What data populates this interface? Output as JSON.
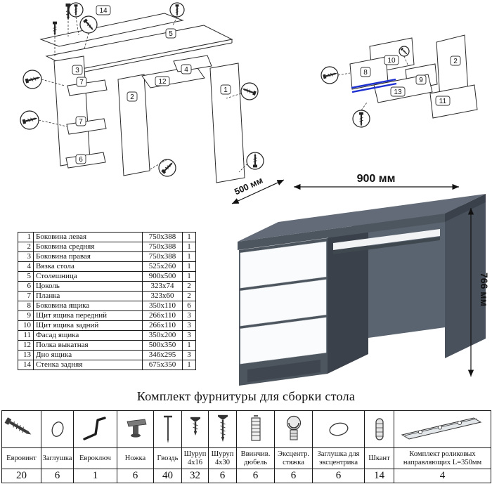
{
  "desk_dimensions": {
    "width": "900 мм",
    "depth": "500 мм",
    "height": "766 мм"
  },
  "parts_table": {
    "rows": [
      {
        "num": "1",
        "name": "Боковина левая",
        "size": "750x388",
        "qty": "1"
      },
      {
        "num": "2",
        "name": "Боковина средняя",
        "size": "750x388",
        "qty": "1"
      },
      {
        "num": "3",
        "name": "Боковина правая",
        "size": "750x388",
        "qty": "1"
      },
      {
        "num": "4",
        "name": "Вязка стола",
        "size": "525x260",
        "qty": "1"
      },
      {
        "num": "5",
        "name": "Столешница",
        "size": "900x500",
        "qty": "1"
      },
      {
        "num": "6",
        "name": "Цоколь",
        "size": "323x74",
        "qty": "2"
      },
      {
        "num": "7",
        "name": "Планка",
        "size": "323x60",
        "qty": "2"
      },
      {
        "num": "8",
        "name": "Боковина ящика",
        "size": "350x110",
        "qty": "6"
      },
      {
        "num": "9",
        "name": "Щит ящика передний",
        "size": "266x110",
        "qty": "3"
      },
      {
        "num": "10",
        "name": "Щит ящика задний",
        "size": "266x110",
        "qty": "3"
      },
      {
        "num": "11",
        "name": "Фасад ящика",
        "size": "350x200",
        "qty": "3"
      },
      {
        "num": "12",
        "name": "Полка выкатная",
        "size": "500x350",
        "qty": "1"
      },
      {
        "num": "13",
        "name": "Дно ящика",
        "size": "346x295",
        "qty": "3"
      },
      {
        "num": "14",
        "name": "Стенка задняя",
        "size": "675x350",
        "qty": "1"
      }
    ]
  },
  "hardware": {
    "title": "Комплект фурнитуры для сборки стола",
    "items": [
      {
        "icon": "euroscrew-icon",
        "label": "Евровинт",
        "qty": "20"
      },
      {
        "icon": "cap-icon",
        "label": "Заглушка",
        "qty": "6"
      },
      {
        "icon": "hexkey-icon",
        "label": "Евроключ",
        "qty": "1"
      },
      {
        "icon": "leg-icon",
        "label": "Ножка",
        "qty": "6"
      },
      {
        "icon": "nail-icon",
        "label": "Гвоздь",
        "qty": "40"
      },
      {
        "icon": "screw-short-icon",
        "label": "Шуруп 4x16",
        "qty": "32"
      },
      {
        "icon": "screw-long-icon",
        "label": "Шуруп 4x30",
        "qty": "6"
      },
      {
        "icon": "dowel-screw-icon",
        "label": "Ввинчив. дюбель",
        "qty": "6"
      },
      {
        "icon": "cam-lock-icon",
        "label": "Эксцентр. стяжка",
        "qty": "6"
      },
      {
        "icon": "cam-cap-icon",
        "label": "Заглушка для эксцентрика",
        "qty": "6"
      },
      {
        "icon": "shkant-icon",
        "label": "Шкант",
        "qty": "14"
      },
      {
        "icon": "rail-icon",
        "label": "Комплект роликовых направляющих L=350мм",
        "qty": "4"
      }
    ]
  },
  "diagram_labels": {
    "main": [
      "14",
      "5",
      "3",
      "7",
      "2",
      "12",
      "4",
      "1",
      "7",
      "6"
    ],
    "drawer": [
      "10",
      "8",
      "2",
      "9",
      "13",
      "11"
    ]
  }
}
